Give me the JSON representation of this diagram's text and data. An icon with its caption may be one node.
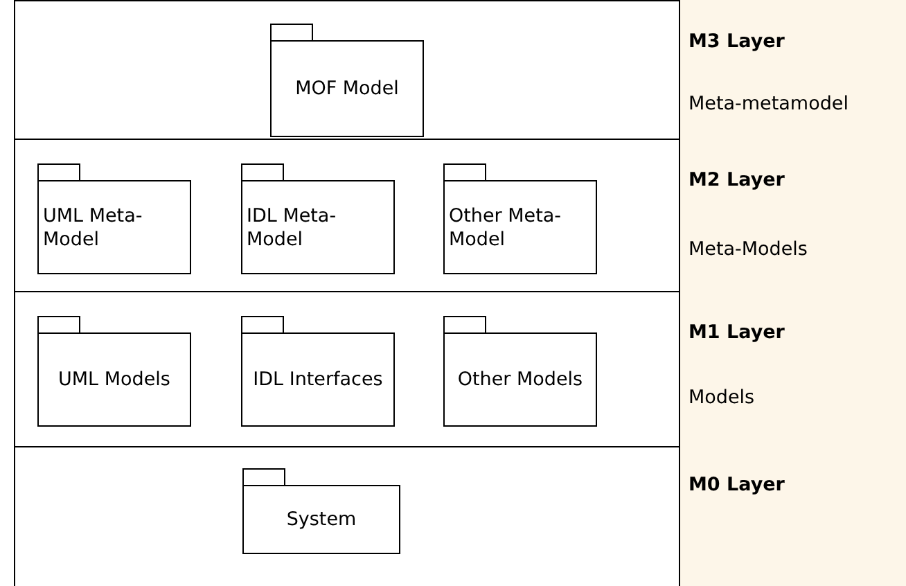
{
  "diagram": {
    "nodes": [
      {
        "text": [],
        "shape": "box",
        "beside": [
          "M3 Layer",
          "Meta-metamodel"
        ]
      },
      {
        "text": [
          "MOF Model"
        ],
        "in": 0
      },
      {
        "text": [],
        "shape": "box",
        "beside": [
          "M2 Layer",
          "Meta-Models"
        ]
      },
      {
        "text": [
          "UML Meta-Model"
        ],
        "in": 2
      },
      {
        "text": [
          "IDL Meta-Model"
        ],
        "in": 2
      },
      {
        "text": [
          "Other Meta-Model"
        ],
        "in": 2
      },
      {
        "text": [],
        "shape": "box",
        "beside": [
          "M1 Layer",
          "Models"
        ]
      },
      {
        "text": [
          "UML Models"
        ],
        "in": 6
      },
      {
        "text": [
          "IDL Interfaces"
        ],
        "in": 6
      },
      {
        "text": [
          "Other Models"
        ],
        "in": 6
      },
      {
        "text": [],
        "shape": "box",
        "beside": [
          "M0 Layer"
        ]
      },
      {
        "text": [
          "System"
        ],
        "in": 10
      }
    ]
  }
}
